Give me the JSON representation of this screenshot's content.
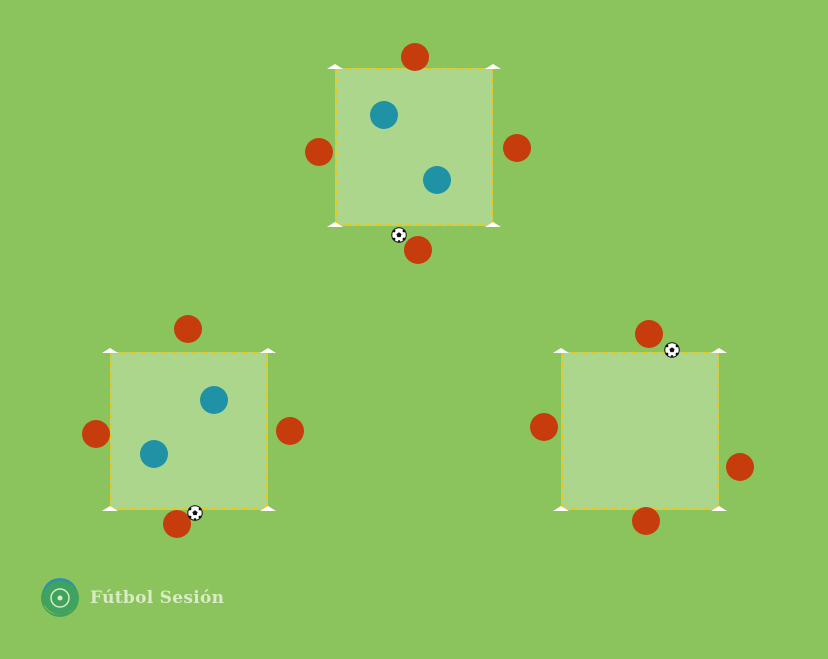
{
  "colors": {
    "pitch": "#8bc35c",
    "grid_fill": "#add68d",
    "grid_border": "#e8c81e",
    "cone": "#ffffff",
    "team_red": "#c63c0c",
    "team_teal": "#1f92a6",
    "logo_text": "#d9ecc6"
  },
  "logo": {
    "text": "Fútbol Sesión",
    "icon": "soccer-ball-badge-icon"
  },
  "grids": [
    {
      "name": "top",
      "red_players": 4,
      "teal_players": 2,
      "balls": 1
    },
    {
      "name": "bottom-left",
      "red_players": 4,
      "teal_players": 2,
      "balls": 1
    },
    {
      "name": "bottom-right",
      "red_players": 4,
      "teal_players": 0,
      "balls": 1
    }
  ]
}
